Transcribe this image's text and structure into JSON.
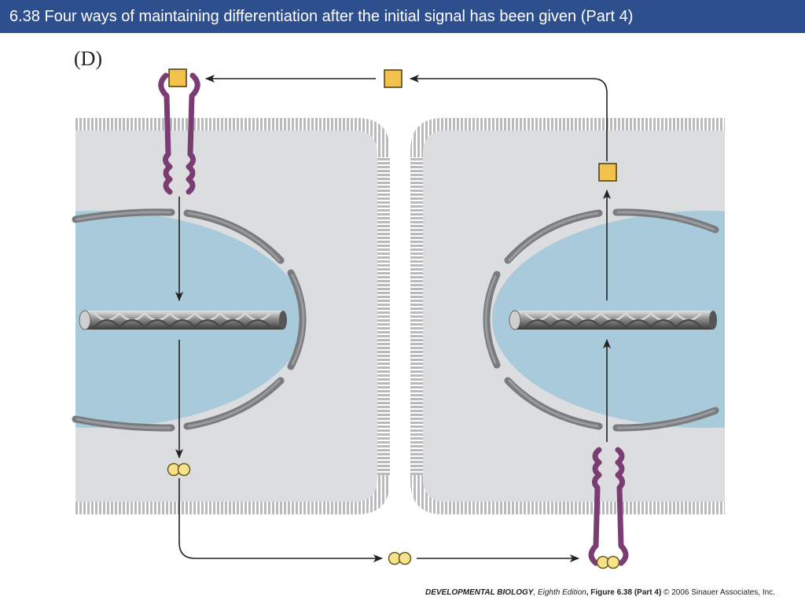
{
  "slide": {
    "title": "6.38  Four ways of maintaining differentiation after the initial signal has been given (Part 4)",
    "panel_label": "(D)"
  },
  "credit": {
    "book": "DEVELOPMENTAL BIOLOGY",
    "edition": ", Eighth Edition",
    "figure": ", Figure 6.38 (Part 4)",
    "copyright": "  © 2006 Sinauer Associates, Inc."
  },
  "colors": {
    "title_bar": "#2e4f8e",
    "cytoplasm": "#dcdddf",
    "nucleus": "#a9cadb",
    "envelope": "#7a7b7e",
    "membrane": "#b8b9bb",
    "receptor": "#7b3c74",
    "signal_square": "#f3c24d",
    "signal_dimer": "#f7e28c",
    "arrow": "#222222"
  },
  "icons": {
    "square_ligand": "square-ligand-icon",
    "dimer_ligand": "dimer-ligand-icon",
    "receptor": "receptor-icon",
    "dna": "dna-icon"
  }
}
